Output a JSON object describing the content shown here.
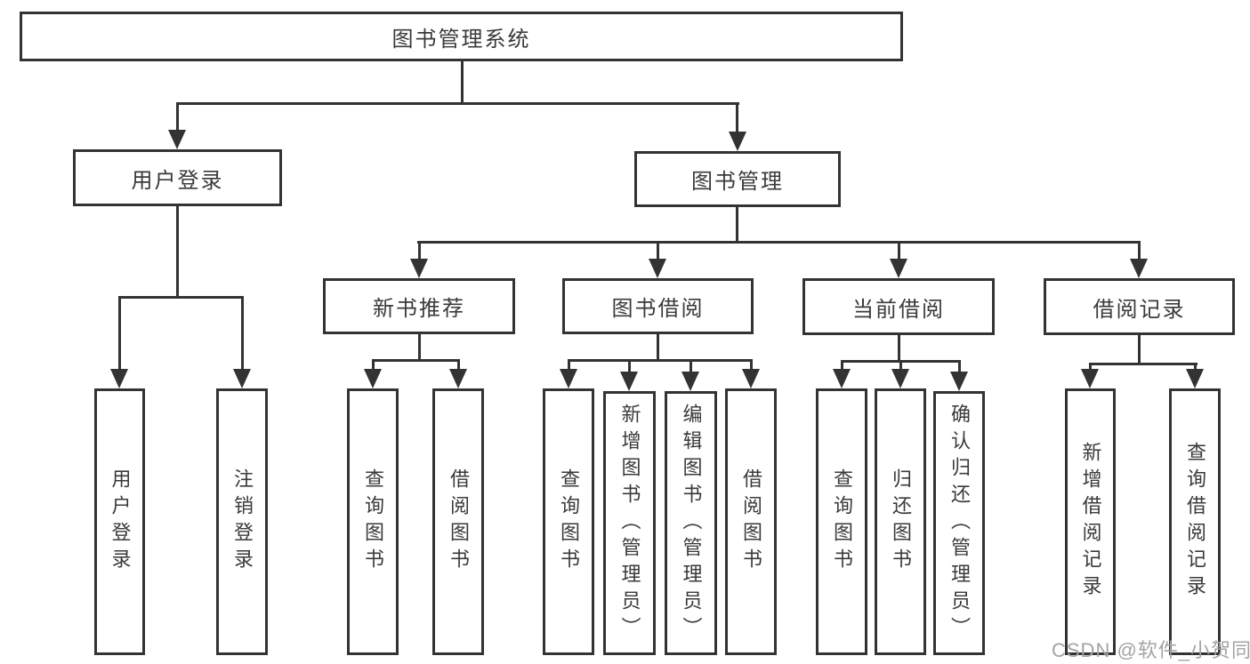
{
  "nodes": {
    "root": {
      "label": "图书管理系统"
    },
    "user_login": {
      "label": "用户登录"
    },
    "book_mgmt": {
      "label": "图书管理"
    },
    "new_book_rec": {
      "label": "新书推荐"
    },
    "book_borrow": {
      "label": "图书借阅"
    },
    "current_borrow": {
      "label": "当前借阅"
    },
    "borrow_records": {
      "label": "借阅记录"
    },
    "leaf_user_login": {
      "label": "用户登录"
    },
    "leaf_logout": {
      "label": "注销登录"
    },
    "leaf_rec_query": {
      "label": "查询图书"
    },
    "leaf_rec_borrow": {
      "label": "借阅图书"
    },
    "leaf_bb_query": {
      "label": "查询图书"
    },
    "leaf_bb_add": {
      "label": "新增图书（管理员）"
    },
    "leaf_bb_edit": {
      "label": "编辑图书（管理员）"
    },
    "leaf_bb_borrow": {
      "label": "借阅图书"
    },
    "leaf_cb_query": {
      "label": "查询图书"
    },
    "leaf_cb_return": {
      "label": "归还图书"
    },
    "leaf_cb_confirm": {
      "label": "确认归还（管理员）"
    },
    "leaf_br_add": {
      "label": "新增借阅记录"
    },
    "leaf_br_query": {
      "label": "查询借阅记录"
    }
  },
  "watermark": {
    "text": "CSDN @软件_小贺同学"
  },
  "colors": {
    "line": "#333333",
    "box_border": "#333333",
    "text": "#3a3a3a",
    "watermark": "#a3a3a6",
    "background": "#ffffff"
  }
}
